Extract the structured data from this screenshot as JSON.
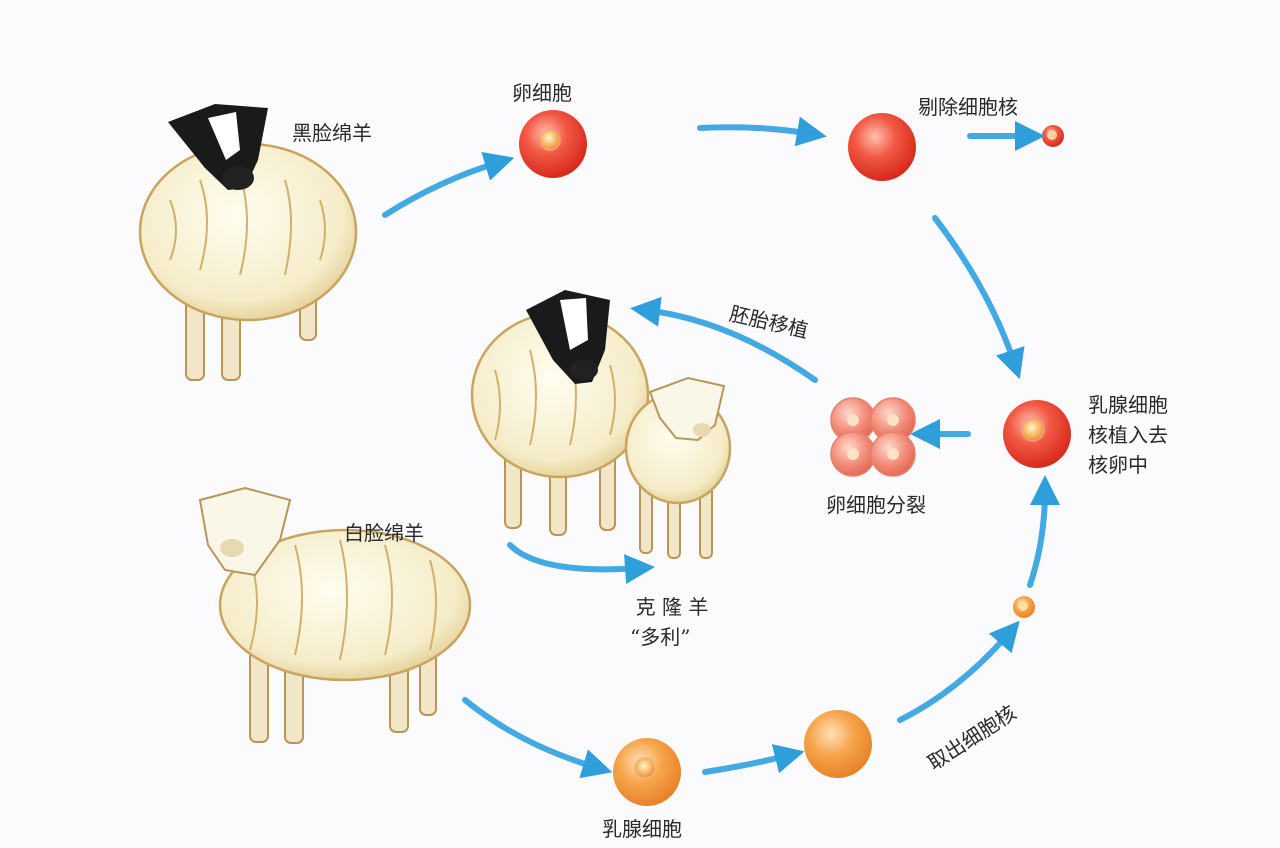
{
  "labels": {
    "black_face_sheep": "黑脸绵羊",
    "egg_cell": "卵细胞",
    "remove_nucleus": "剔除细胞核",
    "embryo_transfer": "胚胎移植",
    "mammary_nucleus_implant_line1": "乳腺细胞",
    "mammary_nucleus_implant_line2": "核植入去",
    "mammary_nucleus_implant_line3": "核卵中",
    "egg_division": "卵细胞分裂",
    "white_face_sheep": "白脸绵羊",
    "cloned_sheep_line1": "克 隆 羊",
    "cloned_sheep_line2": "“多利”",
    "extract_nucleus": "取出细胞核",
    "mammary_cell": "乳腺细胞"
  },
  "colors": {
    "arrow": "#3aa6e0",
    "egg_red": "#e83a2c",
    "cell_orange": "#f29a3a",
    "wool": "#f7f1d8",
    "wool_shade": "#d9b46c",
    "black_face": "#1a1a1a"
  }
}
